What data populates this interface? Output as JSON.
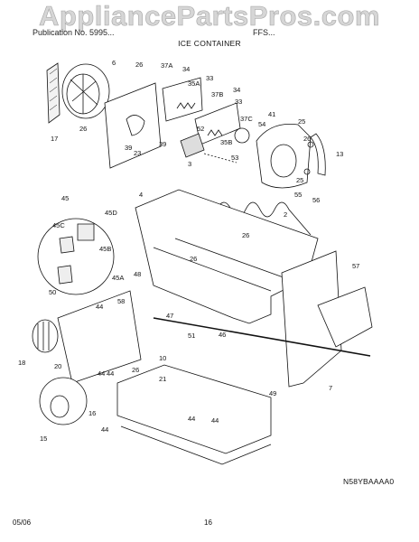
{
  "watermark": "AppliancePartsPros.com",
  "header": {
    "left": "Publication No. 5995...",
    "model": "FFS...",
    "title": "ICE CONTAINER"
  },
  "footer": {
    "date": "05/06",
    "page": "16"
  },
  "diagram_code": "N58YBAAAA0",
  "callouts": [
    {
      "label": "6"
    },
    {
      "label": "26"
    },
    {
      "label": "17"
    },
    {
      "label": "26"
    },
    {
      "label": "39"
    },
    {
      "label": "39"
    },
    {
      "label": "23"
    },
    {
      "label": "37A"
    },
    {
      "label": "34"
    },
    {
      "label": "35A"
    },
    {
      "label": "33"
    },
    {
      "label": "37B"
    },
    {
      "label": "34"
    },
    {
      "label": "33"
    },
    {
      "label": "52"
    },
    {
      "label": "35B"
    },
    {
      "label": "53"
    },
    {
      "label": "37C"
    },
    {
      "label": "54"
    },
    {
      "label": "41"
    },
    {
      "label": "25"
    },
    {
      "label": "26"
    },
    {
      "label": "13"
    },
    {
      "label": "25"
    },
    {
      "label": "55"
    },
    {
      "label": "56"
    },
    {
      "label": "3"
    },
    {
      "label": "4"
    },
    {
      "label": "2"
    },
    {
      "label": "45"
    },
    {
      "label": "45D"
    },
    {
      "label": "45C"
    },
    {
      "label": "45B"
    },
    {
      "label": "50"
    },
    {
      "label": "26"
    },
    {
      "label": "26"
    },
    {
      "label": "57"
    },
    {
      "label": "48"
    },
    {
      "label": "45A"
    },
    {
      "label": "47"
    },
    {
      "label": "44"
    },
    {
      "label": "58"
    },
    {
      "label": "51"
    },
    {
      "label": "46"
    },
    {
      "label": "18"
    },
    {
      "label": "20"
    },
    {
      "label": "44"
    },
    {
      "label": "26"
    },
    {
      "label": "10"
    },
    {
      "label": "44"
    },
    {
      "label": "21"
    },
    {
      "label": "7"
    },
    {
      "label": "49"
    },
    {
      "label": "16"
    },
    {
      "label": "44"
    },
    {
      "label": "15"
    },
    {
      "label": "44"
    },
    {
      "label": "44"
    }
  ]
}
